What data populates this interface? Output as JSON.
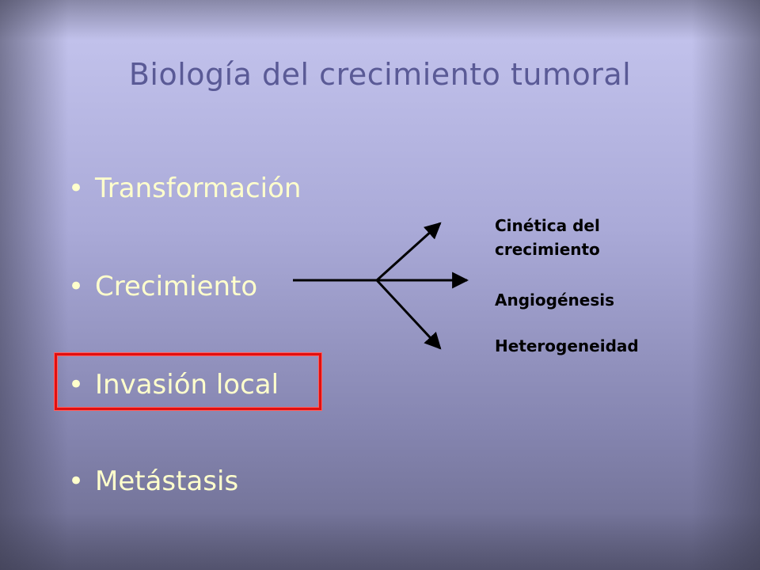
{
  "slide": {
    "title": "Biología del crecimiento tumoral",
    "bullet_marker": "•",
    "bullets": [
      {
        "label": "Transformación"
      },
      {
        "label": "Crecimiento"
      },
      {
        "label": "Invasión local",
        "highlighted": true
      },
      {
        "label": "Metástasis"
      }
    ],
    "branches": [
      {
        "label": "Cinética del crecimiento"
      },
      {
        "label": "Angiogénesis"
      },
      {
        "label": "Heterogeneidad"
      }
    ]
  },
  "colors": {
    "title": "#5a5a96",
    "bullet_text": "#ffffcc",
    "highlight_border": "#e01010",
    "branch_text": "#000000",
    "arrow": "#000000"
  }
}
